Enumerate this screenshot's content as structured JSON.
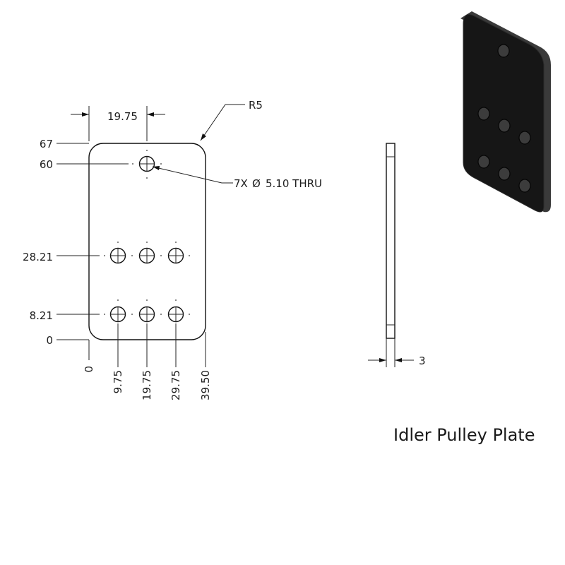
{
  "drawing": {
    "title": "Idler Pulley Plate",
    "radius_label": "R5",
    "hole_callout": "7X",
    "hole_callout_spec": "5.10 THRU",
    "diameter_symbol": "Ø",
    "top_dimension": "19.75",
    "thickness_dimension": "3",
    "vertical_ordinates": [
      "67",
      "60",
      "28.21",
      "8.21",
      "0"
    ],
    "horizontal_ordinates": [
      "0",
      "9.75",
      "19.75",
      "29.75",
      "39.50"
    ]
  },
  "colors": {
    "line": "#111111",
    "text": "#1e1e1e",
    "iso_face": "#161616",
    "iso_edge": "#3a3a3a"
  }
}
